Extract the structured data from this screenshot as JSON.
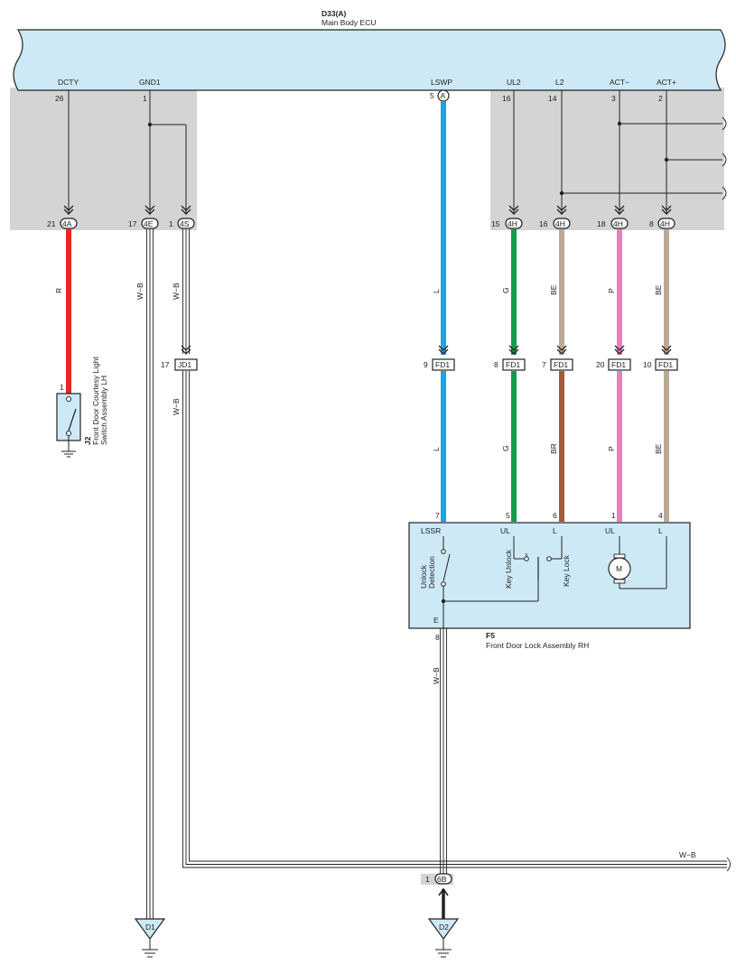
{
  "ecu": {
    "ref": "D33(A)",
    "name": "Main Body ECU"
  },
  "pins": {
    "dcty": {
      "name": "DCTY",
      "num": "26"
    },
    "gnd1": {
      "name": "GND1",
      "num": "1"
    },
    "lswp": {
      "name": "LSWP",
      "num": "5",
      "conn": "A"
    },
    "ul2": {
      "name": "UL2",
      "num": "16"
    },
    "l2": {
      "name": "L2",
      "num": "14"
    },
    "actm": {
      "name": "ACT−",
      "num": "3"
    },
    "actp": {
      "name": "ACT+",
      "num": "2"
    }
  },
  "junctions": {
    "j21": {
      "pin": "21",
      "conn": "4A"
    },
    "j17": {
      "pin": "17",
      "conn": "4E"
    },
    "j1": {
      "pin": "1",
      "conn": "4S"
    },
    "j15": {
      "pin": "15",
      "conn": "4H"
    },
    "j16": {
      "pin": "16",
      "conn": "4H"
    },
    "j18": {
      "pin": "18",
      "conn": "4H"
    },
    "j8": {
      "pin": "8",
      "conn": "4H"
    }
  },
  "wires": {
    "r": "R",
    "wb1": "W−B",
    "wb2": "W−B",
    "wb3": "W−B",
    "l_top": "L",
    "g_top": "G",
    "be_top": "BE",
    "p_top": "P",
    "be2_top": "BE",
    "l_bot": "L",
    "g_bot": "G",
    "br_bot": "BR",
    "p_bot": "P",
    "be2_bot": "BE",
    "wb_f5": "W−B",
    "wb_h": "W−B"
  },
  "mid_connectors": {
    "jd1": {
      "pin": "17",
      "conn": "JD1"
    },
    "fd1a": {
      "pin": "9",
      "conn": "FD1"
    },
    "fd1b": {
      "pin": "8",
      "conn": "FD1"
    },
    "fd1c": {
      "pin": "7",
      "conn": "FD1"
    },
    "fd1d": {
      "pin": "20",
      "conn": "FD1"
    },
    "fd1e": {
      "pin": "10",
      "conn": "FD1"
    }
  },
  "j2": {
    "ref": "J2",
    "name_line1": "Front Door Courtesy Light",
    "name_line2": "Switch Assembly LH",
    "pin": "1"
  },
  "f5": {
    "ref": "F5",
    "name": "Front Door Lock Assembly RH",
    "pins": {
      "p7": "7",
      "p5": "5",
      "p6": "6",
      "p1": "1",
      "p4": "4",
      "p8": "8"
    },
    "terms": {
      "lssr": "LSSR",
      "ul1": "UL",
      "l1": "L",
      "ul2": "UL",
      "l2": "L",
      "e": "E"
    },
    "sw_unlock_l1": "Unlock",
    "sw_unlock_l2": "Detection",
    "sw_key_unlock": "Key Unlock",
    "sw_key_lock": "Key Lock",
    "motor": "M"
  },
  "bottom": {
    "pin": "1",
    "conn": "6B",
    "ground1": "D1",
    "ground2": "D2"
  },
  "colors": {
    "ecu_fill": "#cde9f6",
    "gray_box": "#d3d4d6",
    "red": "#e8262b",
    "blue": "#1aa3e8",
    "green": "#0f9d4c",
    "beige": "#bba996",
    "pink": "#ec7fbb",
    "brown": "#a55a37",
    "component_fill": "#cde9f6"
  }
}
